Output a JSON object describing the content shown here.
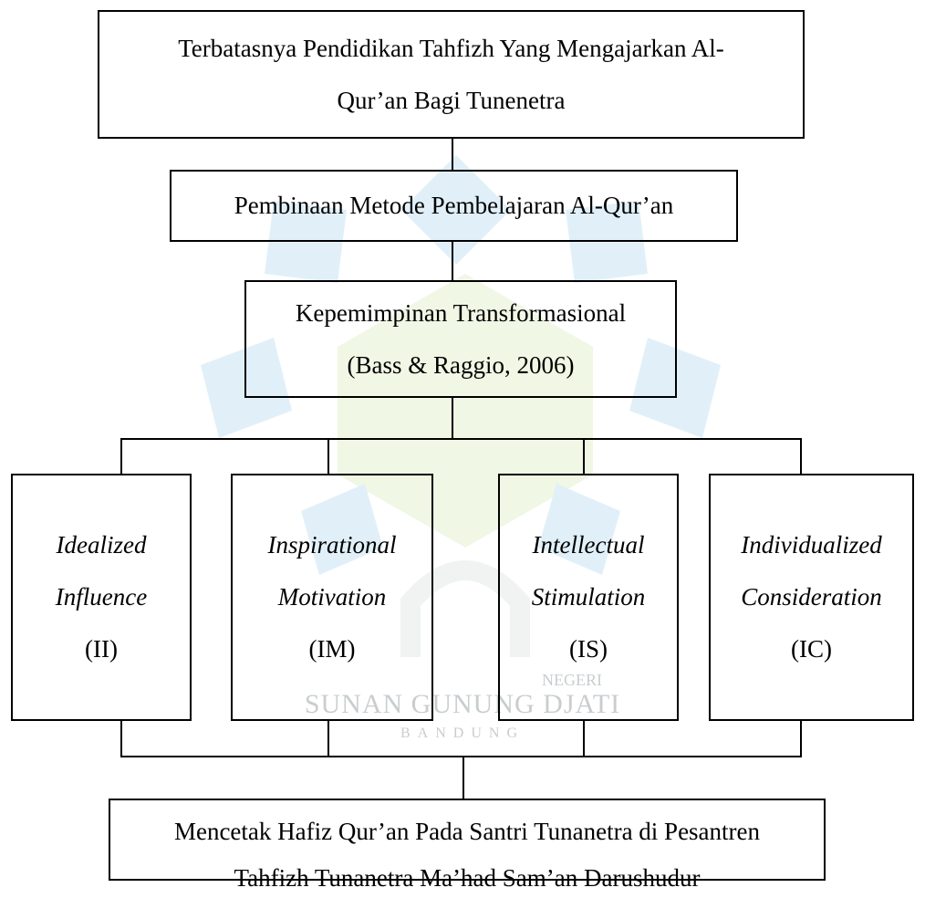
{
  "watermark": {
    "line1": "NEGERI",
    "line2": "SUNAN GUNUNG DJATI",
    "line3": "BANDUNG",
    "colors": {
      "blue": "#1e8fd0",
      "green": "#8fc63f",
      "gray": "#c9cdcf"
    }
  },
  "diagram": {
    "top": {
      "line1": "Terbatasnya Pendidikan Tahfizh Yang Mengajarkan Al-",
      "line2": "Qur’an Bagi Tunenetra"
    },
    "method": "Pembinaan Metode Pembelajaran Al-Qur’an",
    "leadership": {
      "line1": "Kepemimpinan Transformasional",
      "line2": "(Bass & Raggio, 2006)"
    },
    "dimensions": [
      {
        "line1": "Idealized",
        "line2": "Influence",
        "code": "(II)"
      },
      {
        "line1": "Inspirational",
        "line2": "Motivation",
        "code": "(IM)"
      },
      {
        "line1": "Intellectual",
        "line2": "Stimulation",
        "code": "(IS)"
      },
      {
        "line1": "Individualized",
        "line2": "Consideration",
        "code": "(IC)"
      }
    ],
    "outcome": {
      "line1": "Mencetak Hafiz Qur’an Pada Santri Tunanetra di Pesantren",
      "line2": "Tahfizh Tunanetra Ma’had Sam’an Darushudur"
    }
  }
}
